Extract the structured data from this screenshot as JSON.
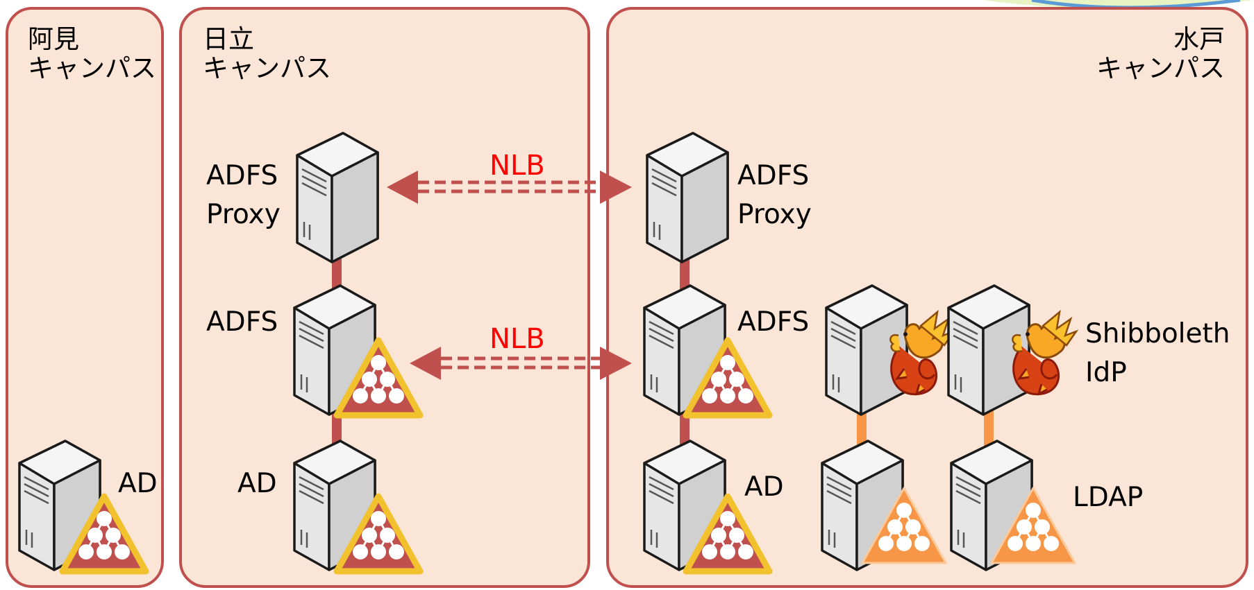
{
  "campuses": {
    "ami": {
      "label": "阿見\nキャンパス"
    },
    "hitachi": {
      "label": "日立\nキャンパス"
    },
    "mito": {
      "label": "水戸\nキャンパス"
    }
  },
  "labels": {
    "ami_ad": "AD",
    "hitachi_adfs_proxy": "ADFS\nProxy",
    "hitachi_adfs": "ADFS",
    "hitachi_ad": "AD",
    "mito_adfs_proxy": "ADFS\nProxy",
    "mito_adfs": "ADFS",
    "mito_ad": "AD",
    "mito_shibboleth": "Shibboleth\nIdP",
    "mito_ldap": "LDAP"
  },
  "nlb": {
    "top": "NLB",
    "bottom": "NLB"
  },
  "colors": {
    "panel_fill": "#fbe5d6",
    "panel_border": "#c0504d",
    "link_red": "#c0504d",
    "link_orange": "#f79646",
    "nlb_text": "#ff0000",
    "ad_badge": "#c0504d",
    "ldap_badge": "#f79646"
  },
  "icons": [
    "server-icon",
    "active-directory-icon",
    "shibboleth-griffin-icon",
    "ldap-icon",
    "nlb-arrow-icon"
  ]
}
